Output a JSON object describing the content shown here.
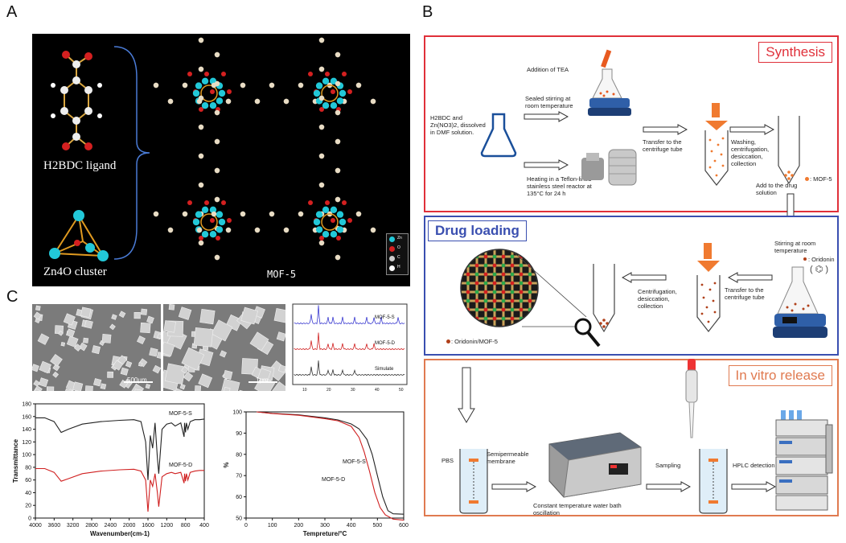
{
  "panels": {
    "a": "A",
    "b": "B",
    "c": "C"
  },
  "panelA": {
    "ligand_label": "H2BDC ligand",
    "cluster_label": "Zn4O cluster",
    "framework_label": "MOF-5",
    "legend": [
      "Zn",
      "O",
      "C",
      "H"
    ]
  },
  "synthesis": {
    "title": "Synthesis",
    "step1": "H2BDC and Zn(NO3)2, dissolved in DMF solution.",
    "add_tea": "Addition of TEA",
    "sealed": "Sealed stirring at room temperature",
    "heating": "Heating in a Teflon-lined stainless steel reactor at 135°C for 24 h",
    "transfer": "Transfer to the centrifuge tube",
    "washing": "Washing, centrifugation, desiccation, collection",
    "mof_legend": ": MOF-5",
    "add_drug": "Add to the drug solution"
  },
  "loading": {
    "title": "Drug loading",
    "stirring": "Stirring at room temperature",
    "oridonin": ": Oridonin",
    "transfer": "Transfer to the centrifuge tube",
    "centrifuge": "Centrifugation, desiccation, collection",
    "legend": ": Oridonin/MOF-5"
  },
  "release": {
    "title": "In vitro release",
    "pbs": "PBS",
    "membrane": "Semipermeable membrane",
    "bath": "Constant temperature water bath oscillation",
    "sampling": "Sampling",
    "hplc": "HPLC detection"
  },
  "sem": {
    "scale1": "500μm",
    "scale2": "1μm"
  },
  "chart_data": [
    {
      "type": "line",
      "title": "",
      "xlabel": "",
      "ylabel": "",
      "series": [
        {
          "name": "MOF-5-S",
          "peaks": [
            7,
            10,
            14,
            16,
            20,
            25,
            30,
            33,
            36,
            43
          ]
        },
        {
          "name": "MOF-5-D",
          "peaks": [
            7,
            10,
            14,
            16,
            20,
            25,
            30,
            33
          ]
        },
        {
          "name": "Simulate",
          "peaks": [
            7,
            10,
            14,
            16,
            20,
            25
          ]
        }
      ],
      "xticks": [
        "10",
        "20",
        "30",
        "40",
        "50"
      ]
    },
    {
      "type": "line",
      "xlabel": "Wavenumber(cm-1)",
      "ylabel": "Transmittance",
      "xlim": [
        4000,
        400
      ],
      "ylim": [
        0,
        180
      ],
      "xticks": [
        "4000",
        "3600",
        "3200",
        "2800",
        "2400",
        "2000",
        "1600",
        "1200",
        "800",
        "400"
      ],
      "yticks": [
        "0",
        "20",
        "40",
        "60",
        "80",
        "100",
        "120",
        "140",
        "160",
        "180"
      ],
      "series": [
        {
          "name": "MOF-5-S",
          "x": [
            4000,
            3800,
            3600,
            3450,
            3300,
            3000,
            2600,
            2200,
            1900,
            1750,
            1650,
            1600,
            1550,
            1500,
            1450,
            1400,
            1370,
            1300,
            1200,
            1100,
            1020,
            900,
            830,
            820,
            800,
            780,
            750,
            700,
            600,
            500,
            400
          ],
          "y": [
            158,
            158,
            152,
            135,
            140,
            148,
            152,
            154,
            155,
            152,
            120,
            60,
            130,
            110,
            150,
            95,
            70,
            140,
            148,
            150,
            145,
            150,
            128,
            150,
            135,
            150,
            140,
            152,
            155,
            155,
            156
          ]
        },
        {
          "name": "MOF-5-D",
          "x": [
            4000,
            3800,
            3600,
            3450,
            3300,
            3000,
            2600,
            2200,
            1900,
            1750,
            1650,
            1600,
            1550,
            1500,
            1450,
            1400,
            1370,
            1300,
            1200,
            1100,
            1020,
            900,
            830,
            820,
            800,
            780,
            750,
            700,
            600,
            500,
            400
          ],
          "y": [
            78,
            78,
            72,
            58,
            62,
            70,
            74,
            76,
            77,
            74,
            60,
            10,
            60,
            50,
            70,
            40,
            18,
            65,
            70,
            72,
            70,
            72,
            55,
            70,
            58,
            70,
            60,
            72,
            74,
            75,
            75
          ]
        }
      ]
    },
    {
      "type": "line",
      "xlabel": "Tempreture/°C",
      "ylabel": "%",
      "xlim": [
        0,
        600
      ],
      "ylim": [
        50,
        100
      ],
      "xticks": [
        "0",
        "100",
        "200",
        "300",
        "400",
        "500",
        "600"
      ],
      "yticks": [
        "50",
        "60",
        "70",
        "80",
        "90",
        "100"
      ],
      "series": [
        {
          "name": "MOF-5-S",
          "x": [
            40,
            100,
            200,
            300,
            350,
            400,
            430,
            460,
            480,
            500,
            520,
            540,
            560,
            600
          ],
          "y": [
            100,
            99.3,
            98.6,
            97.2,
            96.2,
            94.3,
            92,
            87,
            80,
            70,
            60,
            53.5,
            52,
            51.8
          ]
        },
        {
          "name": "MOF-5-D",
          "x": [
            40,
            100,
            200,
            300,
            350,
            400,
            430,
            450,
            470,
            490,
            510,
            530,
            560,
            600
          ],
          "y": [
            100,
            99.2,
            98.4,
            96.8,
            95.8,
            93.2,
            88,
            81,
            72,
            62,
            55,
            51.5,
            49.5,
            49
          ]
        }
      ]
    }
  ]
}
